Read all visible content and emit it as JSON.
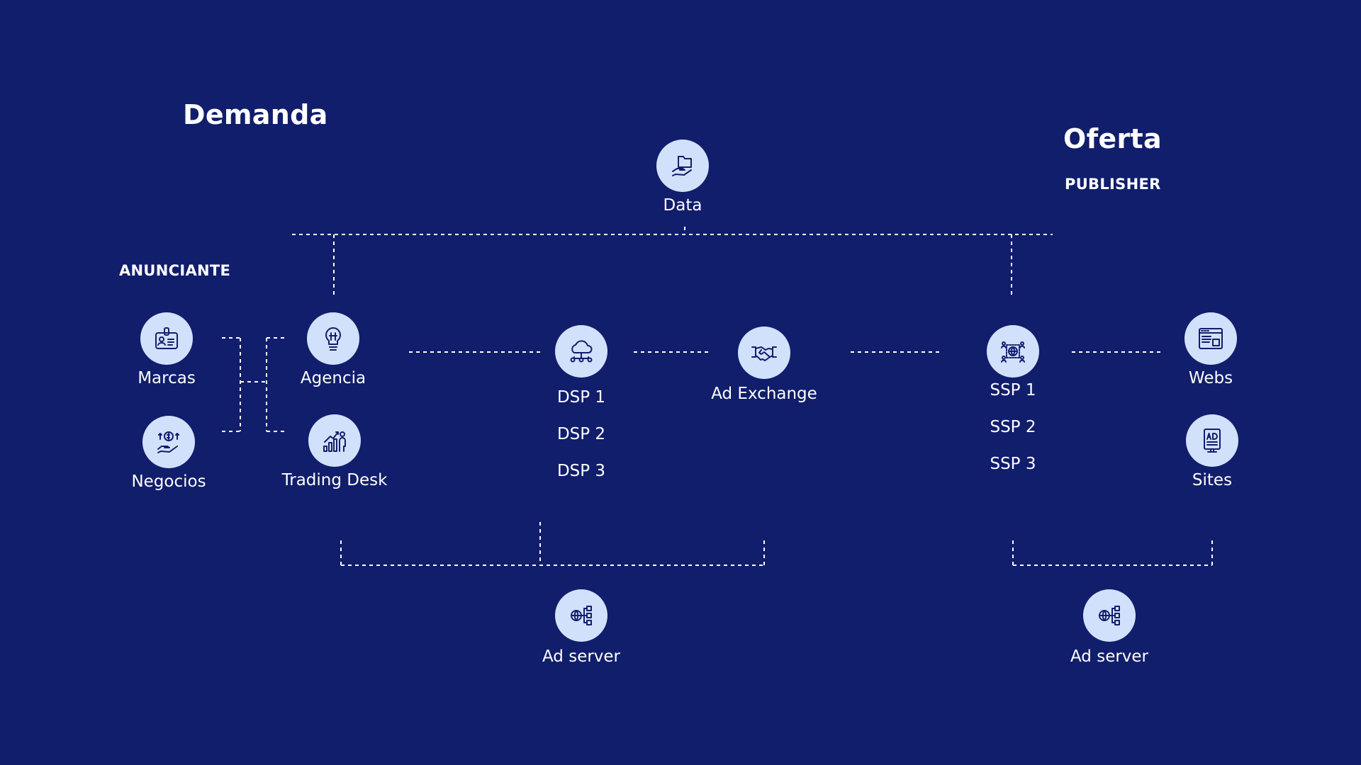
{
  "headings": {
    "demanda": "Demanda",
    "oferta": "Oferta",
    "publisher": "PUBLISHER",
    "anunciante": "ANUNCIANTE"
  },
  "nodes": {
    "data": {
      "label": "Data",
      "icon": "folder-hand-icon"
    },
    "marcas": {
      "label": "Marcas",
      "icon": "id-badge-icon"
    },
    "negocios": {
      "label": "Negocios",
      "icon": "dollar-hand-icon"
    },
    "agencia": {
      "label": "Agencia",
      "icon": "lightbulb-icon"
    },
    "trading_desk": {
      "label": "Trading Desk",
      "icon": "growth-person-icon"
    },
    "dsp": {
      "icon": "cloud-network-icon",
      "items": [
        "DSP 1",
        "DSP 2",
        "DSP 3"
      ]
    },
    "ad_exchange": {
      "label": "Ad Exchange",
      "icon": "handshake-icon"
    },
    "ssp": {
      "icon": "globe-network-icon",
      "items": [
        "SSP 1",
        "SSP 2",
        "SSP 3"
      ]
    },
    "webs": {
      "label": "Webs",
      "icon": "browser-window-icon"
    },
    "sites": {
      "label": "Sites",
      "icon": "ad-board-icon"
    },
    "ad_server_left": {
      "label": "Ad server",
      "icon": "globe-hierarchy-icon"
    },
    "ad_server_right": {
      "label": "Ad server",
      "icon": "globe-hierarchy-icon"
    }
  },
  "colors": {
    "background": "#111e6c",
    "icon_circle": "#d2e1fb",
    "icon_stroke": "#111e6c",
    "text": "#ffffff",
    "connector": "#ffffff"
  }
}
